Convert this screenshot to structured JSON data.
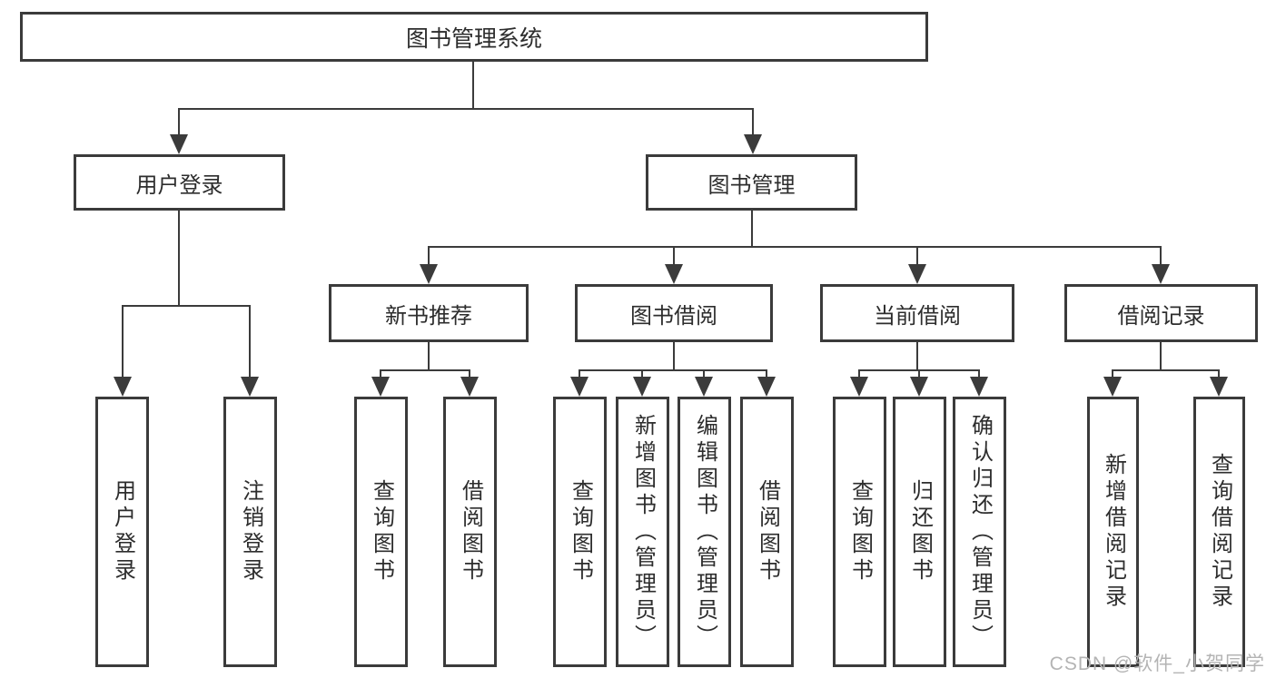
{
  "colors": {
    "line": "#3b3b3b",
    "box_border": "#3b3b3b",
    "text": "#2d2d2d",
    "background": "#ffffff",
    "watermark": "#b4b4b4"
  },
  "tree": {
    "root": {
      "label": "图书管理系统"
    },
    "branches": [
      {
        "label": "用户登录",
        "leaves": [
          "用户登录",
          "注销登录"
        ]
      },
      {
        "label": "图书管理",
        "groups": [
          {
            "label": "新书推荐",
            "leaves": [
              "查询图书",
              "借阅图书"
            ]
          },
          {
            "label": "图书借阅",
            "leaves": [
              "查询图书",
              "新增图书（管理员）",
              "编辑图书（管理员）",
              "借阅图书"
            ]
          },
          {
            "label": "当前借阅",
            "leaves": [
              "查询图书",
              "归还图书",
              "确认归还（管理员）"
            ]
          },
          {
            "label": "借阅记录",
            "leaves": [
              "新增借阅记录",
              "查询借阅记录"
            ]
          }
        ]
      }
    ]
  },
  "watermark": {
    "text": "CSDN @软件_小贺同学"
  }
}
